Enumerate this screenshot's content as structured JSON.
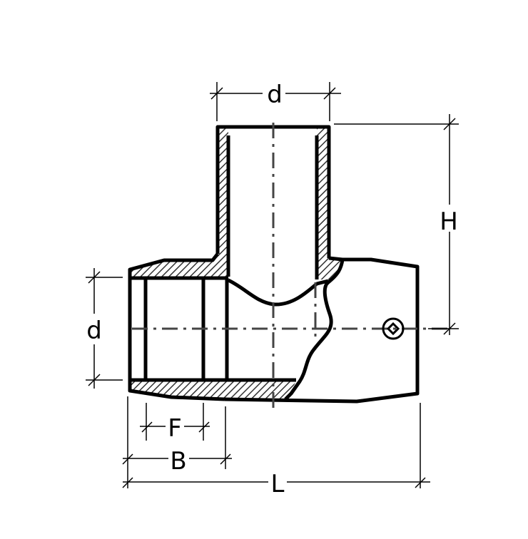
{
  "diagram": {
    "type": "technical-drawing",
    "subject": "pipe tee fitting cross-section",
    "colors": {
      "outline": "#000000",
      "hatch": "#333333",
      "centerline": "#444444",
      "background": "#ffffff"
    },
    "dimensions": {
      "top_d": "d",
      "left_d": "d",
      "height": "H",
      "f": "F",
      "b": "B",
      "length": "L"
    }
  }
}
